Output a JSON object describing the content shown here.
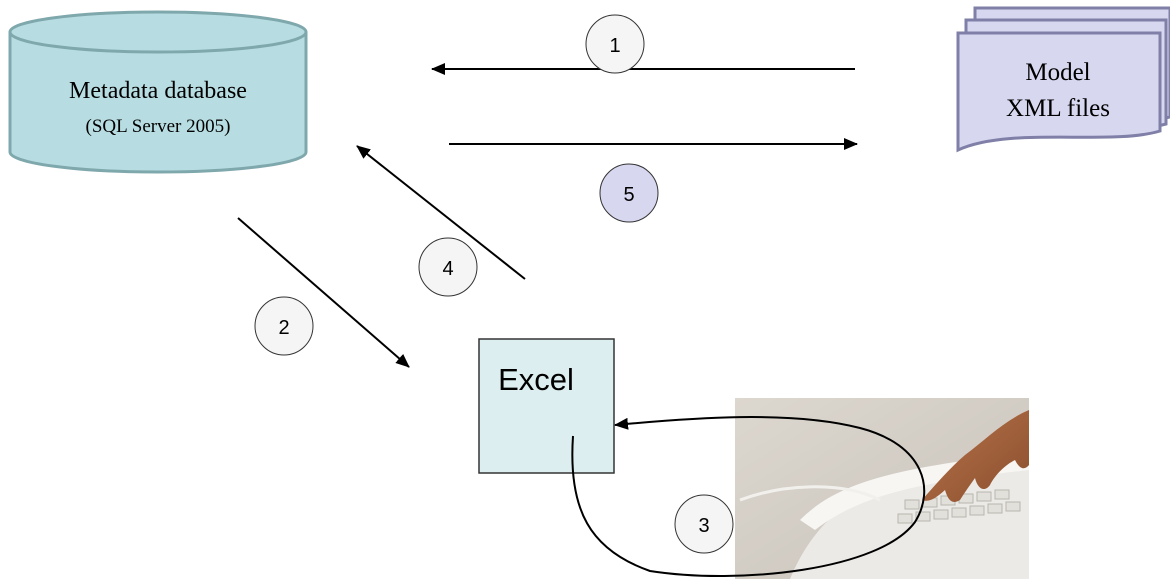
{
  "database": {
    "label_line1": "Metadata database",
    "label_line2": "(SQL Server 2005)"
  },
  "xml_files": {
    "label_line1": "Model",
    "label_line2": "XML files"
  },
  "excel": {
    "label": "Excel"
  },
  "steps": [
    {
      "number": "1",
      "from": "Model XML files",
      "to": "Metadata database"
    },
    {
      "number": "2",
      "from": "Metadata database",
      "to": "Excel"
    },
    {
      "number": "3",
      "from": "Keyboard",
      "to": "Excel"
    },
    {
      "number": "4",
      "from": "Excel",
      "to": "Metadata database"
    },
    {
      "number": "5",
      "from": "Metadata database",
      "to": "Model XML files"
    }
  ],
  "colors": {
    "database_fill": "#b7dde2",
    "database_stroke": "#7fa8ad",
    "xml_fill": "#d7d7f0",
    "xml_stroke": "#7f7fa8",
    "excel_fill": "#ddeef0",
    "step5_fill": "#d7d7f0"
  },
  "icons": {
    "keyboard_photo": "hand-typing-on-keyboard-icon"
  }
}
